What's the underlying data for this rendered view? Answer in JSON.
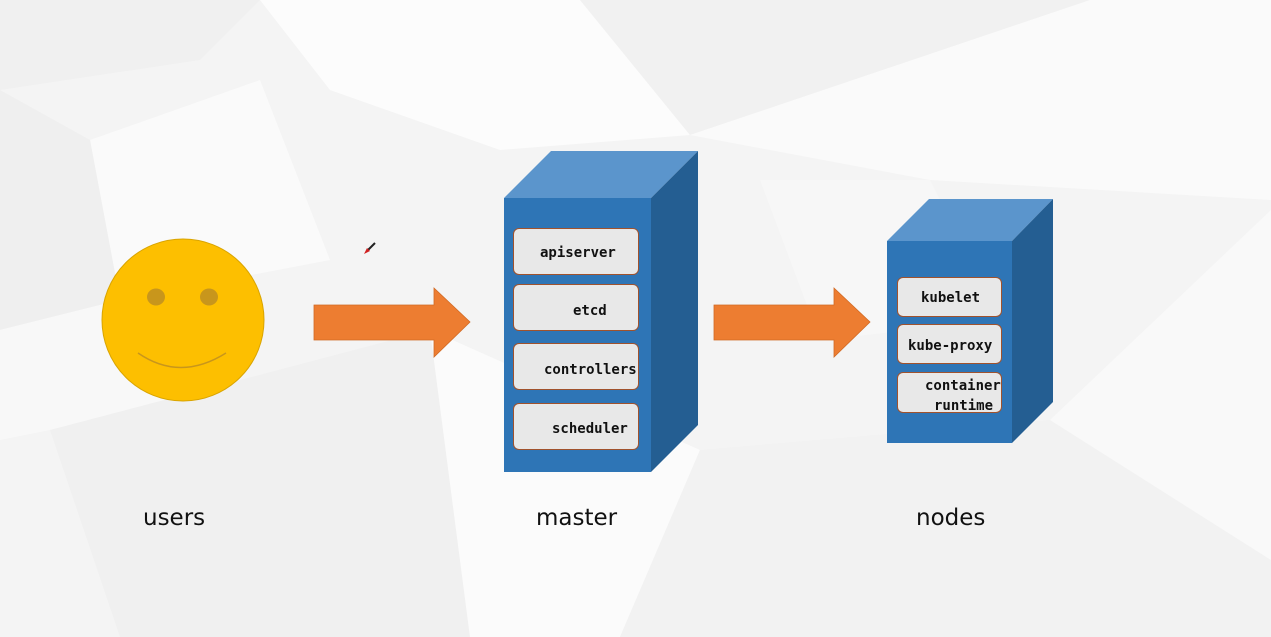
{
  "labels": {
    "users": "users",
    "master": "master",
    "nodes": "nodes"
  },
  "master_components": [
    "apiserver",
    "etcd",
    "controllers",
    "scheduler"
  ],
  "node_components": [
    "kubelet",
    "kube-proxy",
    "container",
    "runtime"
  ],
  "colors": {
    "background": "#f4f4f4",
    "face": "#fdbf00",
    "face_outline": "#d9a400",
    "face_features": "#c8961c",
    "arrow": "#ed7d31",
    "server_front": "#2e75b6",
    "server_top": "#5b95cc",
    "server_side": "#245e92",
    "component_fill": "#e8e8e8",
    "component_border": "#a0522d"
  },
  "icons": {
    "users": "smiley-face-icon",
    "arrows": "right-arrow-icon",
    "servers": "server-box-icon",
    "cursor": "pen-cursor-icon"
  }
}
